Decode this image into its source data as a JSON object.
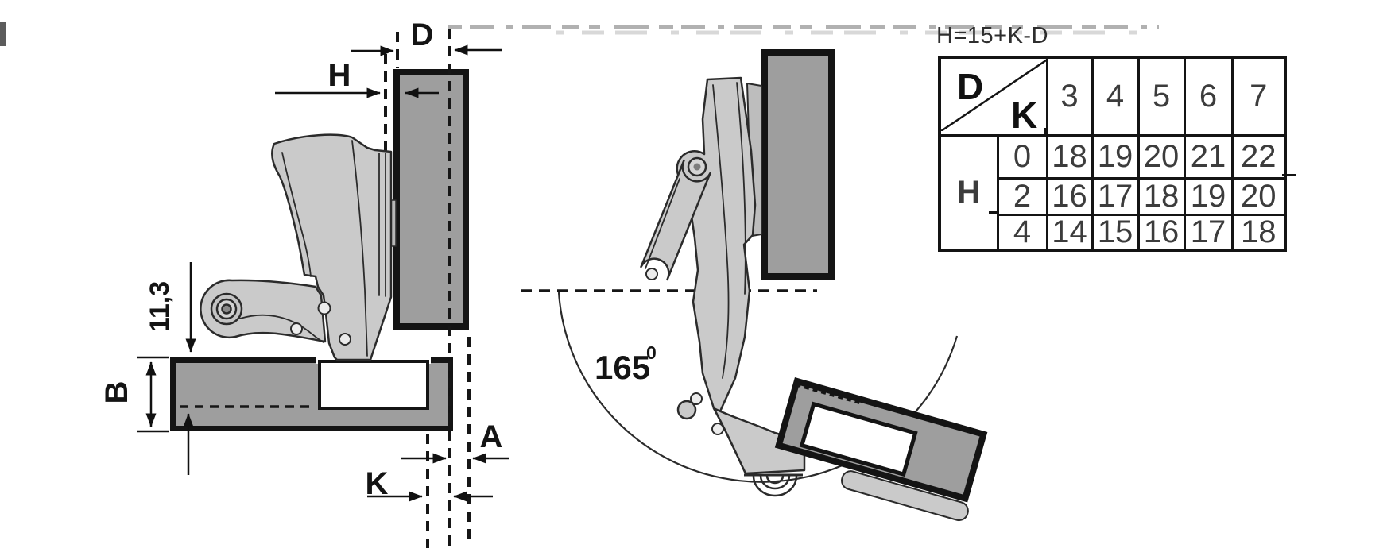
{
  "formula": "H=15+K-D",
  "table": {
    "corner": {
      "row_var": "D",
      "col_var": "K"
    },
    "row_header": "H",
    "d_values": [
      "3",
      "4",
      "5",
      "6",
      "7"
    ],
    "rows": [
      {
        "k": "0",
        "values": [
          "18",
          "19",
          "20",
          "21",
          "22"
        ]
      },
      {
        "k": "2",
        "values": [
          "16",
          "17",
          "18",
          "19",
          "20"
        ]
      },
      {
        "k": "4",
        "values": [
          "14",
          "15",
          "16",
          "17",
          "18"
        ]
      }
    ]
  },
  "labels": {
    "overlay_d": "D",
    "height_h": "H",
    "drilling_k": "K",
    "gap_a": "A",
    "thickness_b": "B",
    "pivot_offset": "11,3",
    "opening_angle": "165",
    "opening_angle_sup": "0"
  },
  "colors": {
    "panel_gray": "#9e9e9e",
    "hinge_gray": "#cacaca",
    "line_black": "#161616",
    "number_gray": "#3c3c3c"
  }
}
